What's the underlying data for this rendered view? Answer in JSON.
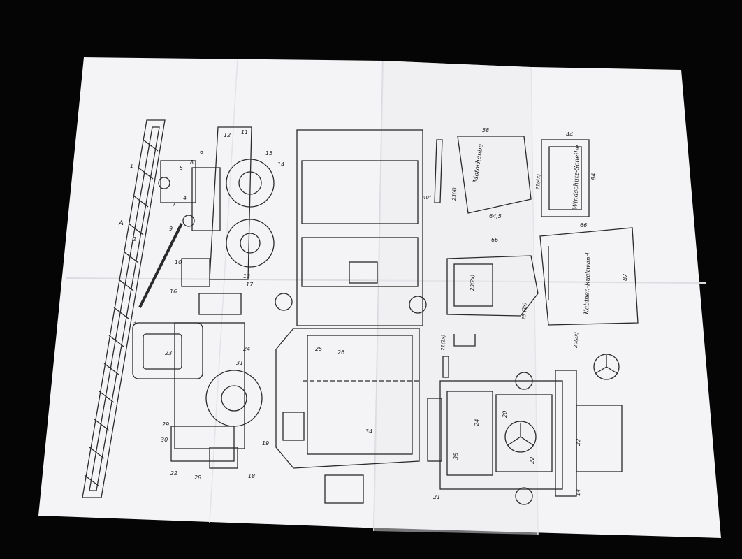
{
  "document": {
    "background_color": "#050505",
    "paper_color": "#f4f4f6",
    "line_color": "#2a2a2a",
    "labels": {
      "motorhaube": "Motorhaube",
      "windschutz": "Windschutz-Scheibe",
      "kabinen": "Kabinen-Rückwand",
      "dim_58": "58",
      "dim_645": "64,5",
      "dim_44": "44",
      "dim_84": "84",
      "dim_66a": "66",
      "dim_66b": "66",
      "dim_87": "87",
      "part_23_2x": "23(2x)",
      "part_25_2x": "25 (2x)",
      "part_21_2x": "21(2x)",
      "part_20_2x": "20(2x)",
      "part_21_4x": "21(4x)",
      "part_23_motor": "23(4)",
      "angle_40": "40°",
      "part_22a": "22",
      "part_22b": "22",
      "part_24": "24",
      "part_20": "20",
      "part_35": "35",
      "part_14": "14",
      "n1": "1",
      "n2": "2",
      "n3": "3",
      "n4": "4",
      "n5": "5",
      "n6": "6",
      "n7": "7",
      "n8": "8",
      "n9": "9",
      "n10": "10",
      "n11": "11",
      "n12": "12",
      "n13": "13",
      "n14": "14",
      "n15": "15",
      "n16": "16",
      "n17": "17",
      "n18": "18",
      "n19": "19",
      "n21": "21",
      "n22": "22",
      "n23": "23",
      "n24": "24",
      "n25": "25",
      "n26": "26",
      "n28": "28",
      "n29": "29",
      "n30": "30",
      "n31": "31",
      "n34": "34",
      "arrow_a": "A"
    }
  }
}
